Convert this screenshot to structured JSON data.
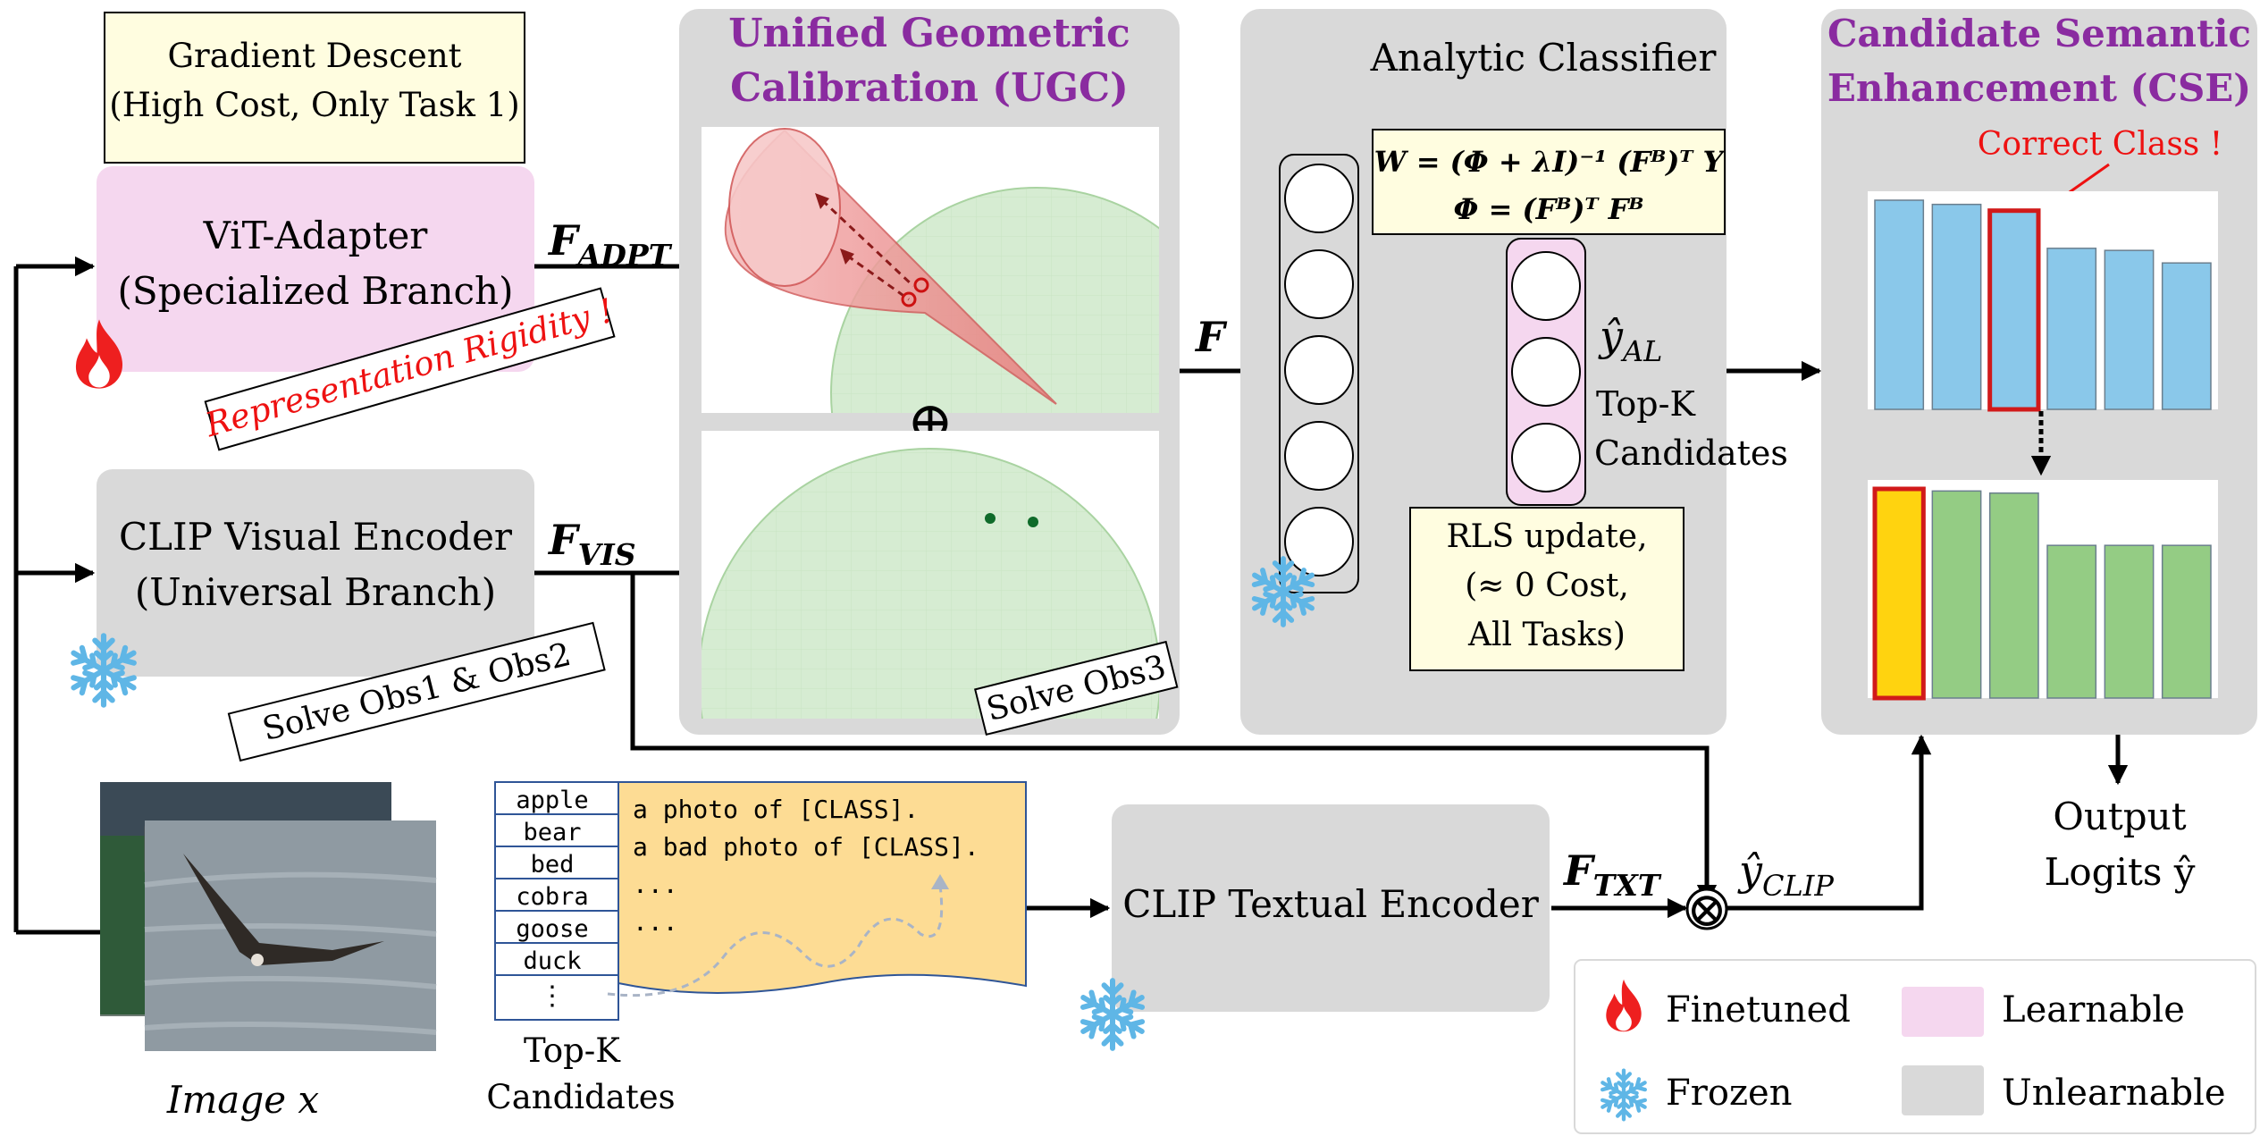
{
  "gradient_box": {
    "line1": "Gradient Descent",
    "line2": "(High Cost, Only Task 1)"
  },
  "vit_adapter": {
    "line1": "ViT-Adapter",
    "line2": "(Specialized Branch)"
  },
  "rigidity_label": "Representation Rigidity !",
  "clip_visual": {
    "line1": "CLIP Visual Encoder",
    "line2": "(Universal Branch)"
  },
  "obs12_label": "Solve Obs1 & Obs2",
  "feature_labels": {
    "adpt_main": "F",
    "adpt_sub": "ADPT",
    "vis_main": "F",
    "vis_sub": "VIS",
    "f": "F",
    "fb_main": "F",
    "fb_sup": "B",
    "txt_main": "F",
    "txt_sub": "TXT"
  },
  "ugc": {
    "title1": "Unified Geometric",
    "title2": "Calibration (UGC)",
    "obs3": "Solve Obs3",
    "oplus": "⊕"
  },
  "analytic": {
    "title": "Analytic Classifier",
    "eq1": "W = (Φ + λI)⁻¹ (Fᴮ)ᵀ Y",
    "eq2": "Φ = (Fᴮ)ᵀ Fᴮ",
    "rls1": "RLS update,",
    "rls2": "(≈ 0 Cost,",
    "rls3": "All Tasks)",
    "yal_main": "ŷ",
    "yal_sub": "AL",
    "topk1": "Top-K",
    "topk2": "Candidates"
  },
  "cse": {
    "title1": "Candidate Semantic",
    "title2": "Enhancement (CSE)",
    "correct": "Correct Class !"
  },
  "output": {
    "line1": "Output",
    "line2": "Logits ŷ"
  },
  "candidates": {
    "list": [
      "apple",
      "bear",
      "bed",
      "cobra",
      "goose",
      "duck",
      "⋮"
    ],
    "caption1": "Top-K",
    "caption2": "Candidates"
  },
  "prompts": [
    "a photo of [CLASS].",
    "a bad photo of [CLASS].",
    "...",
    "..."
  ],
  "clip_text": {
    "label": "CLIP Textual Encoder"
  },
  "yclip": {
    "main": "ŷ",
    "sub": "CLIP"
  },
  "otimes": "⊗",
  "image_label": "Image x",
  "legend": {
    "finetuned": "Finetuned",
    "frozen": "Frozen",
    "learnable": "Learnable",
    "unlearnable": "Unlearnable"
  },
  "colors": {
    "gray_box": "#d9d9d9",
    "pink_box": "#f5d7ef",
    "cream_box": "#fffde0",
    "accent_purple": "#8a2ba0",
    "red": "#ee1111",
    "bar_blue": "#8ac8ea",
    "bar_green": "#94cc84",
    "bar_yellow": "#ffd30f",
    "snow_blue": "#5fb6e6"
  },
  "chart_data": [
    {
      "type": "bar",
      "values": [
        100,
        98,
        95,
        77,
        76,
        70
      ],
      "highlight_index": 2
    },
    {
      "type": "bar",
      "values": [
        100,
        99,
        98,
        73,
        73,
        73
      ],
      "highlight_index": 0
    }
  ]
}
